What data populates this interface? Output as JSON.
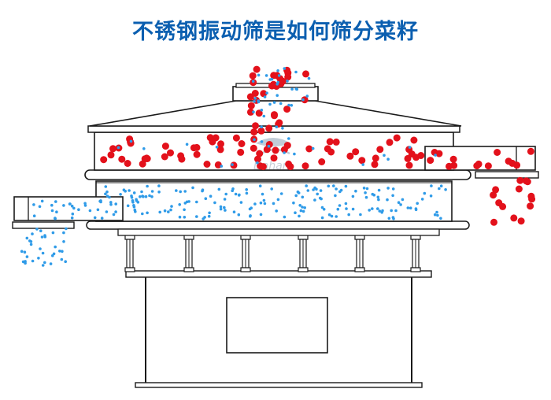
{
  "title": "不锈钢振动筛是如何筛分菜籽",
  "watermark": "Dahan",
  "colors": {
    "title": "#0b5fb0",
    "large_particle": "#e3111b",
    "small_particle": "#2f9be8",
    "outline": "#1a1a1a",
    "watermark": "#9aa9b8"
  },
  "legend_semantics": {
    "large_particle": "red dots = material retained on upper screen, discharged from right outlet",
    "small_particle": "blue dots = material passing through screen, discharged from left outlet"
  }
}
